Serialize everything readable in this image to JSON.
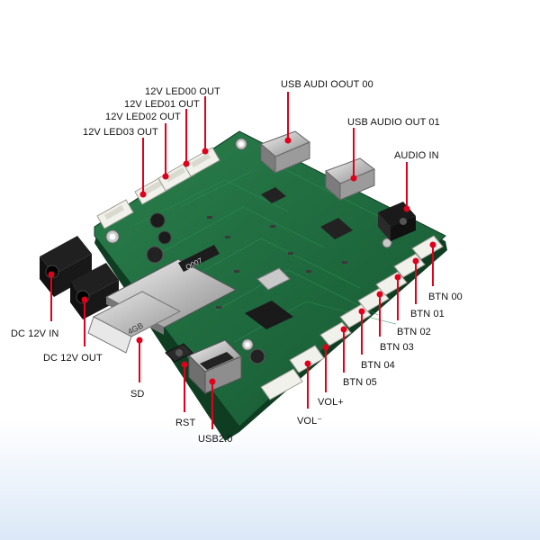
{
  "diagram": {
    "labels": {
      "led00": "12V LED00 OUT",
      "led01": "12V LED01 OUT",
      "led02": "12V LED02 OUT",
      "led03": "12V LED03 OUT",
      "usb_audio_out_00": "USB AUDI OOUT 00",
      "usb_audio_out_01": "USB AUDIO OUT 01",
      "audio_in": "AUDIO IN",
      "dc_in": "DC 12V IN",
      "dc_out": "DC 12V OUT",
      "sd": "SD",
      "rst": "RST",
      "usb2": "USB2.0",
      "vol_minus": "VOL⁻",
      "vol_plus": "VOL+",
      "btn05": "BTN 05",
      "btn04": "BTN 04",
      "btn03": "BTN 03",
      "btn02": "BTN 02",
      "btn01": "BTN 01",
      "btn00": "BTN 00"
    },
    "board_markings": {
      "sd_card_capacity": "4GB",
      "chip_text": "Q007"
    },
    "colors": {
      "pcb_green": "#1f6b3f",
      "pcb_dark": "#0f3d22",
      "leader_red": "#e0001b",
      "connector_white": "#f1f1ec",
      "background_blue": "#dbe8f7"
    }
  }
}
